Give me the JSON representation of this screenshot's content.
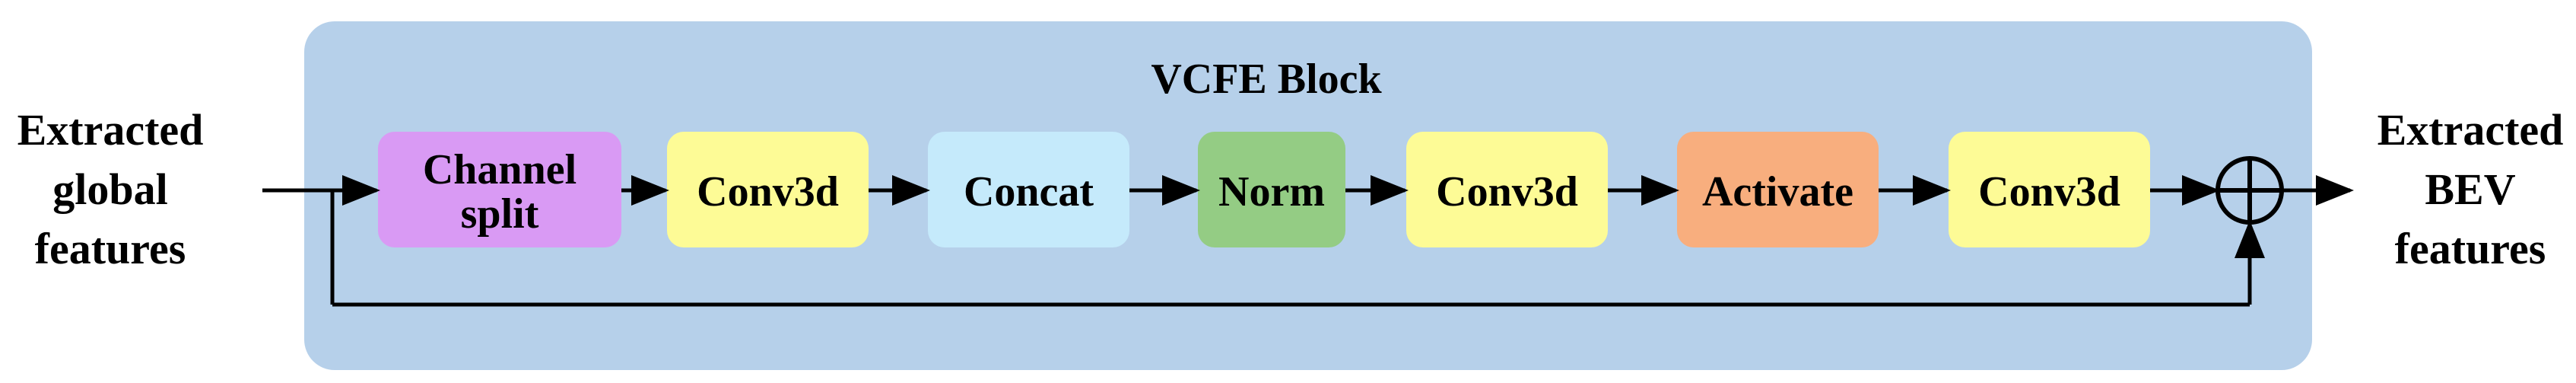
{
  "block": {
    "title": "VCFE Block",
    "color": "#b6d0ea"
  },
  "input": {
    "lines": [
      "Extracted",
      "global",
      "features"
    ]
  },
  "output": {
    "lines": [
      "Extracted",
      "BEV",
      "features"
    ]
  },
  "nodes": [
    {
      "id": "channel-split",
      "lines": [
        "Channel",
        "split"
      ],
      "color": "#d99af4"
    },
    {
      "id": "conv3d-1",
      "lines": [
        "Conv3d"
      ],
      "color": "#fdfb96"
    },
    {
      "id": "concat",
      "lines": [
        "Concat"
      ],
      "color": "#c5eafb"
    },
    {
      "id": "norm",
      "lines": [
        "Norm"
      ],
      "color": "#94cc84"
    },
    {
      "id": "conv3d-2",
      "lines": [
        "Conv3d"
      ],
      "color": "#fdfb96"
    },
    {
      "id": "activate",
      "lines": [
        "Activate"
      ],
      "color": "#f8ae7e"
    },
    {
      "id": "conv3d-3",
      "lines": [
        "Conv3d"
      ],
      "color": "#fdfb96"
    }
  ],
  "sum_operator": {
    "symbol": "⊕",
    "icon": "circle-plus-icon"
  }
}
